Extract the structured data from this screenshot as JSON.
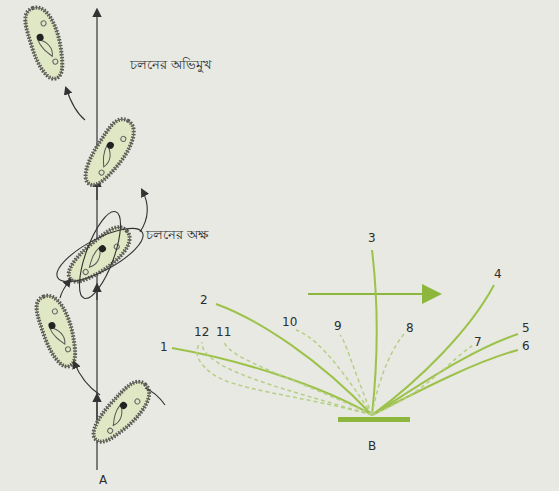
{
  "diagram": {
    "labels": [
      "চলনের অভিমুখ",
      "চলনের অক্ষ",
      "A",
      "3",
      "2",
      "4",
      "10",
      "9",
      "8",
      "12",
      "11",
      "1",
      "7",
      "5",
      "6",
      "B"
    ]
  }
}
